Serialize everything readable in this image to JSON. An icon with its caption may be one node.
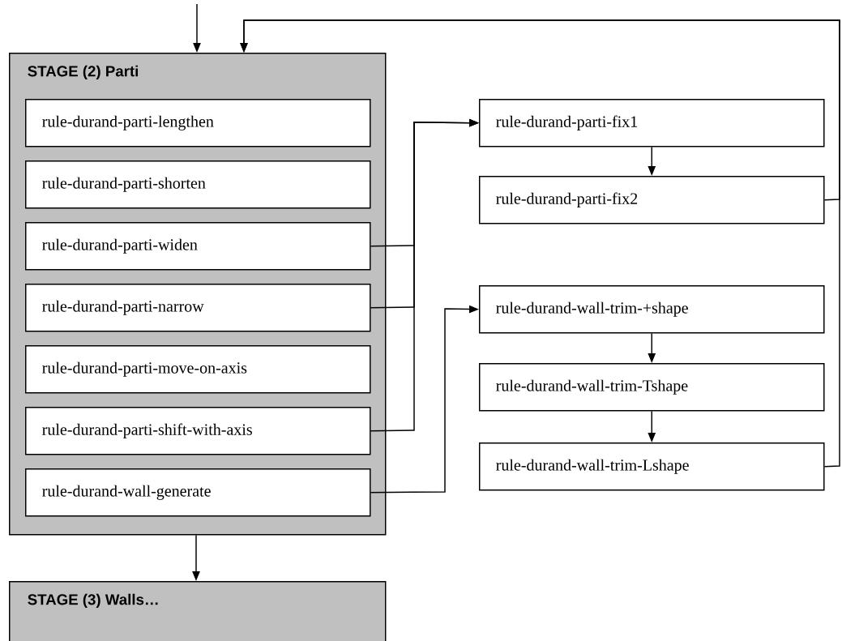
{
  "diagram": {
    "nodes": [
      {
        "text": [
          "STAGE (2) Parti"
        ]
      },
      {
        "text": [
          "rule-durand-parti-lengthen"
        ],
        "in": 0
      },
      {
        "text": [
          "rule-durand-parti-shorten"
        ],
        "in": 0
      },
      {
        "text": [
          "rule-durand-parti-widen"
        ],
        "in": 0
      },
      {
        "text": [
          "rule-durand-parti-narrow"
        ],
        "in": 0
      },
      {
        "text": [
          "rule-durand-parti-move-on-axis"
        ],
        "in": 0
      },
      {
        "text": [
          "rule-durand-parti-shift-with-axis"
        ],
        "in": 0
      },
      {
        "text": [
          "rule-durand-wall-generate"
        ],
        "in": 0
      },
      {
        "text": [
          "rule-durand-parti-fix1"
        ]
      },
      {
        "text": [
          "rule-durand-parti-fix2"
        ]
      },
      {
        "text": [
          "rule-durand-wall-trim-+shape"
        ]
      },
      {
        "text": [
          "rule-durand-wall-trim-Tshape"
        ]
      },
      {
        "text": [
          "rule-durand-wall-trim-Lshape"
        ]
      },
      {
        "text": [
          "STAGE (3) Walls…"
        ]
      }
    ],
    "edges": [
      {
        "from": null,
        "to": 0,
        "arrow": "to"
      },
      {
        "from": 9,
        "to": 0,
        "arrow": "to"
      },
      {
        "from": 12,
        "to": 0,
        "arrow": "to"
      },
      {
        "from": 3,
        "to": 8,
        "arrow": "to"
      },
      {
        "from": 4,
        "to": 8,
        "arrow": "to"
      },
      {
        "from": 6,
        "to": 8,
        "arrow": "to"
      },
      {
        "from": 7,
        "to": 10,
        "arrow": "to"
      },
      {
        "from": 8,
        "to": 9,
        "arrow": "to"
      },
      {
        "from": 10,
        "to": 11,
        "arrow": "to"
      },
      {
        "from": 11,
        "to": 12,
        "arrow": "to"
      },
      {
        "from": 0,
        "to": 13,
        "arrow": "to"
      }
    ]
  }
}
